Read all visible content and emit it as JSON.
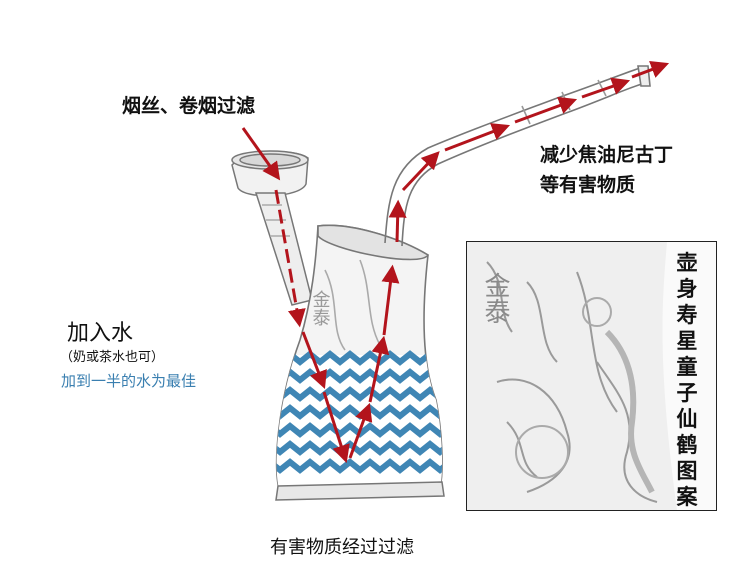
{
  "labels": {
    "tobacco_filter": "烟丝、卷烟过滤",
    "reduce_line1": "减少焦油尼古丁",
    "reduce_line2": "等有害物质",
    "add_water": "加入水",
    "water_note": "（奶或茶水也可）",
    "half_water": "加到一半的水为最佳",
    "harmful_filtered": "有害物质经过过滤",
    "inset_caption": "壶身寿星童子仙鹤图案"
  },
  "engraving_text": "金泰",
  "colors": {
    "arrow": "#b3141c",
    "water": "#3f86b5",
    "water_text": "#3a7fb0",
    "sketch": "#777777"
  }
}
